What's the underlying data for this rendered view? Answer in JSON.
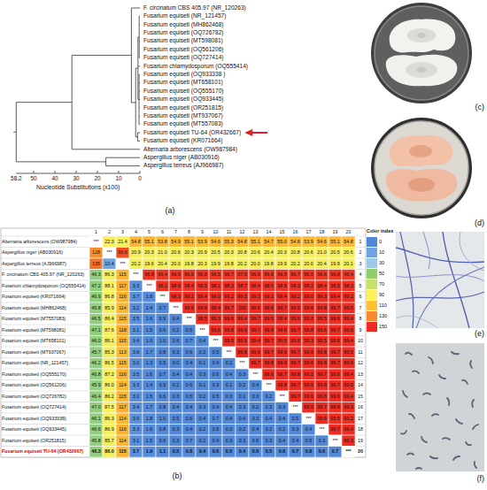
{
  "diagram": {
    "labels": [
      "F. circinatum CBS 405.97 (NR_120263)",
      "Fusarium equiseti (NR_121457)",
      "Fusarium equiseti (MH862468)",
      "Fusarium equiseti (OQ726782)",
      "Fusarium equiseti (MT598081)",
      "Fusarium equiseti (OQ561206)",
      "Fusarium equiseti (OQ727414)",
      "Fusarium chlamydosporum (OQ555414)",
      "Fusarium equiseti (OQ933338 )",
      "Fusarium equiseti (MT658101)",
      "Fusarium equiseti (OQ555170)",
      "Fusarium equiseti (OQ933445)",
      "Fusarium equiseti (OR251815)",
      "Fusarium equiseti (MT937067)",
      "Fusarium equiseti (MT557083)",
      "Fusarium equiseti TU-64 (OR432667)",
      "Fusarium equiseti (KR071664)",
      "Alternaria arborescens (OW987984)",
      "Aspergillus niger (AB030916)",
      "Aspergillus terreus (AJ966987)",
      "58.2",
      "50",
      "40",
      "30",
      "20",
      "10",
      "0",
      "Nucleotide Substitutions (x100)",
      "(a)",
      "1",
      "2",
      "3",
      "4",
      "5",
      "6",
      "7",
      "8",
      "9",
      "10",
      "11",
      "12",
      "13",
      "14",
      "15",
      "16",
      "17",
      "18",
      "19",
      "20",
      "Alternaria arborescens (OW987984)",
      "***",
      "22.3",
      "21.4",
      "54.8",
      "55.1",
      "53.8",
      "54.9",
      "55.1",
      "53.9",
      "54.6",
      "55.3",
      "54.8",
      "55.1",
      "54.7",
      "55.0",
      "54.8",
      "53.9",
      "54.6",
      "55.1",
      "54.8",
      "1",
      "Aspergillus niger (AB030916)",
      "128",
      "***",
      "90.6",
      "20.9",
      "20.3",
      "21.0",
      "20.6",
      "20.3",
      "20.9",
      "20.5",
      "20.3",
      "20.8",
      "20.6",
      "20.4",
      "20.3",
      "20.8",
      "20.6",
      "21.0",
      "20.5",
      "20.6",
      "2",
      "Aspergillus terreus (AJ966987)",
      "135",
      "10.4",
      "***",
      "20.2",
      "19.6",
      "20.4",
      "20.0",
      "19.8",
      "20.3",
      "19.9",
      "19.8",
      "20.2",
      "20.0",
      "19.8",
      "19.9",
      "20.2",
      "20.0",
      "20.4",
      "19.9",
      "20.1",
      "3",
      "F. circinatum CBS 405.97 (NR_120263)",
      "46.3",
      "86.3",
      "115",
      "***",
      "96.8",
      "96.4",
      "96.9",
      "96.6",
      "96.8",
      "96.5",
      "96.7",
      "97.0",
      "96.6",
      "96.8",
      "96.9",
      "96.7",
      "96.5",
      "96.6",
      "96.8",
      "96.4",
      "4",
      "Fusarium chlamydosporum (OQ555414)",
      "47.2",
      "88.1",
      "117",
      "3.3",
      "***",
      "98.2",
      "98.6",
      "98.4",
      "98.5",
      "98.1",
      "98.3",
      "98.7",
      "98.4",
      "98.6",
      "98.5",
      "98.3",
      "98.2",
      "98.4",
      "98.5",
      "98.3",
      "5",
      "Fusarium equiseti (KR071664)",
      "46.9",
      "86.8",
      "116",
      "3.7",
      "1.8",
      "***",
      "99.3",
      "99.1",
      "99.4",
      "99.0",
      "99.2",
      "99.5",
      "99.3",
      "99.1",
      "99.4",
      "99.2",
      "99.0",
      "99.3",
      "99.4",
      "99.2",
      "6",
      "Fusarium equiseti (MH862468)",
      "45.8",
      "85.9",
      "114",
      "3.2",
      "1.4",
      "0.7",
      "***",
      "99.6",
      "99.8",
      "99.4",
      "99.7",
      "100",
      "99.6",
      "99.8",
      "99.7",
      "99.5",
      "99.6",
      "99.8",
      "99.7",
      "99.5",
      "7",
      "Fusarium equiseti (MT557083)",
      "46.5",
      "86.4",
      "115",
      "3.5",
      "1.6",
      "0.9",
      "0.4",
      "***",
      "99.5",
      "99.3",
      "99.6",
      "99.4",
      "99.7",
      "99.5",
      "99.4",
      "99.6",
      "99.3",
      "99.5",
      "99.6",
      "99.4",
      "8",
      "Fusarium equiseti (MT598081)",
      "47.1",
      "87.6",
      "118",
      "3.1",
      "1.5",
      "0.6",
      "0.2",
      "0.5",
      "***",
      "99.6",
      "99.8",
      "99.9",
      "99.7",
      "99.8",
      "99.6",
      "99.7",
      "99.8",
      "99.6",
      "99.7",
      "99.5",
      "9",
      "Fusarium equiseti (MT658101)",
      "46.0",
      "86.1",
      "115",
      "3.4",
      "1.9",
      "1.0",
      "0.6",
      "0.7",
      "0.4",
      "***",
      "99.5",
      "99.6",
      "99.4",
      "99.7",
      "99.5",
      "99.6",
      "99.3",
      "99.5",
      "99.6",
      "99.4",
      "10",
      "Fusarium equiseti (MT937067)",
      "45.7",
      "85.3",
      "113",
      "3.6",
      "1.7",
      "0.8",
      "0.3",
      "0.6",
      "0.2",
      "0.5",
      "***",
      "99.8",
      "99.6",
      "99.7",
      "99.9",
      "99.7",
      "99.6",
      "99.8",
      "99.7",
      "99.5",
      "11",
      "Fusarium equiseti (NR_121457)",
      "46.2",
      "86.5",
      "115",
      "3.0",
      "1.3",
      "0.5",
      "0.0",
      "0.4",
      "0.1",
      "0.4",
      "0.2",
      "***",
      "99.7",
      "99.8",
      "99.9",
      "99.7",
      "99.6",
      "99.8",
      "99.7",
      "99.6",
      "12",
      "Fusarium equiseti (OQ555170)",
      "46.8",
      "87.2",
      "116",
      "3.5",
      "1.6",
      "0.7",
      "0.4",
      "0.4",
      "0.3",
      "0.6",
      "0.4",
      "0.3",
      "***",
      "99.6",
      "99.7",
      "99.8",
      "99.5",
      "99.7",
      "99.6",
      "99.4",
      "13",
      "Fusarium equiseti (OQ561206)",
      "45.9",
      "86.0",
      "114",
      "3.3",
      "1.4",
      "0.9",
      "0.2",
      "0.6",
      "0.1",
      "0.3",
      "0.1",
      "0.2",
      "0.4",
      "***",
      "99.8",
      "99.7",
      "99.6",
      "99.8",
      "99.7",
      "99.5",
      "14",
      "Fusarium equiseti (OQ726782)",
      "46.4",
      "86.2",
      "115",
      "3.2",
      "1.5",
      "0.6",
      "0.3",
      "0.5",
      "0.2",
      "0.5",
      "0.3",
      "0.1",
      "0.3",
      "0.2",
      "***",
      "99.7",
      "99.6",
      "99.8",
      "99.6",
      "99.4",
      "15",
      "Fusarium equiseti (OQ727414)",
      "47.0",
      "87.5",
      "117",
      "3.4",
      "1.7",
      "0.8",
      "0.4",
      "0.4",
      "0.3",
      "0.4",
      "0.4",
      "0.3",
      "0.2",
      "0.3",
      "0.3",
      "***",
      "99.5",
      "99.7",
      "99.6",
      "99.3",
      "16",
      "Fusarium equiseti (OQ933338)",
      "46.1",
      "86.3",
      "114",
      "3.6",
      "1.8",
      "1.0",
      "0.5",
      "0.6",
      "0.4",
      "0.7",
      "0.4",
      "0.4",
      "0.3",
      "0.4",
      "0.4",
      "0.5",
      "***",
      "99.6",
      "99.5",
      "99.2",
      "17",
      "Fusarium equiseti (OQ933445)",
      "46.6",
      "86.9",
      "116",
      "3.3",
      "1.6",
      "0.8",
      "0.3",
      "0.4",
      "0.2",
      "0.5",
      "0.3",
      "0.2",
      "0.4",
      "0.2",
      "0.2",
      "0.3",
      "0.4",
      "***",
      "99.7",
      "99.4",
      "18",
      "Fusarium equiseti (OR251815)",
      "45.8",
      "85.7",
      "114",
      "3.1",
      "1.5",
      "0.6",
      "0.3",
      "0.7",
      "0.2",
      "0.4",
      "0.3",
      "0.3",
      "0.6",
      "0.3",
      "0.4",
      "0.4",
      "0.5",
      "0.3",
      "***",
      "99.3",
      "19",
      "Fusarium equiseti TU-64 (OR432667)",
      "46.3",
      "86.0",
      "115",
      "3.7",
      "1.9",
      "1.1",
      "0.5",
      "0.8",
      "0.4",
      "0.6",
      "0.5",
      "0.4",
      "0.6",
      "0.5",
      "0.6",
      "0.7",
      "0.8",
      "0.6",
      "0.7",
      "***",
      "20",
      "Color index",
      "(b)",
      "(c)",
      "(d)",
      "(e)",
      "(f)"
    ],
    "legend": [
      {
        "text": "0",
        "color": "#4f86d6"
      },
      {
        "text": "10",
        "color": "#6fa3e0"
      },
      {
        "text": "30",
        "color": "#9cc9e8"
      },
      {
        "text": "50",
        "color": "#8fcf6a"
      },
      {
        "text": "70",
        "color": "#c7e06a"
      },
      {
        "text": "90",
        "color": "#fff15a"
      },
      {
        "text": "110",
        "color": "#ffc233"
      },
      {
        "text": "130",
        "color": "#f7892e"
      },
      {
        "text": "150",
        "color": "#ee2a22"
      }
    ]
  }
}
